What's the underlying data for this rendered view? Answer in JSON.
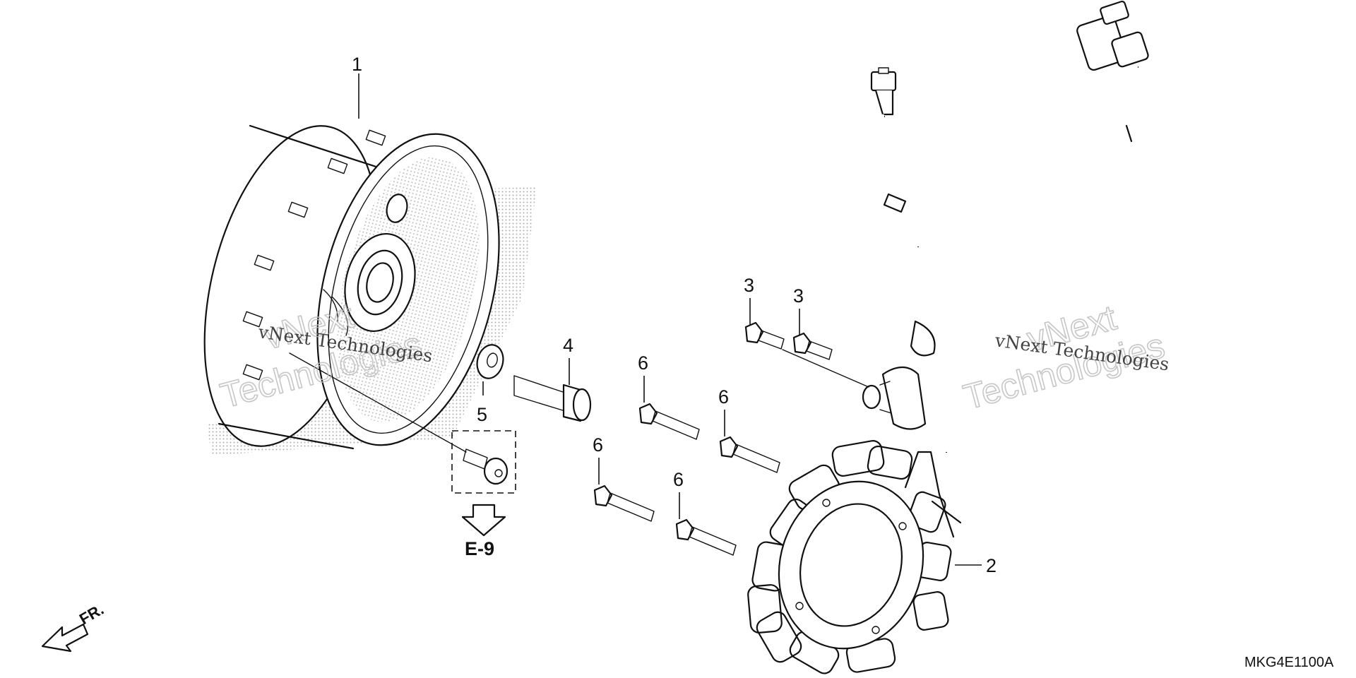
{
  "diagram": {
    "callouts": {
      "flywheel": "1",
      "stator": "2",
      "bolt_a": "3",
      "bolt_b": "3",
      "center_bolt": "4",
      "washer": "5",
      "stator_bolt_1": "6",
      "stator_bolt_2": "6",
      "stator_bolt_3": "6",
      "stator_bolt_4": "6"
    },
    "reference": "E-9",
    "direction": "FR.",
    "part_code": "MKG4E1100A",
    "watermark": {
      "line1": "vNext",
      "line2": "Technologies",
      "tagline": "vNext Technologies"
    },
    "colors": {
      "ink": "#111111",
      "paper": "#ffffff",
      "watermark": "#bdbdbd"
    }
  }
}
